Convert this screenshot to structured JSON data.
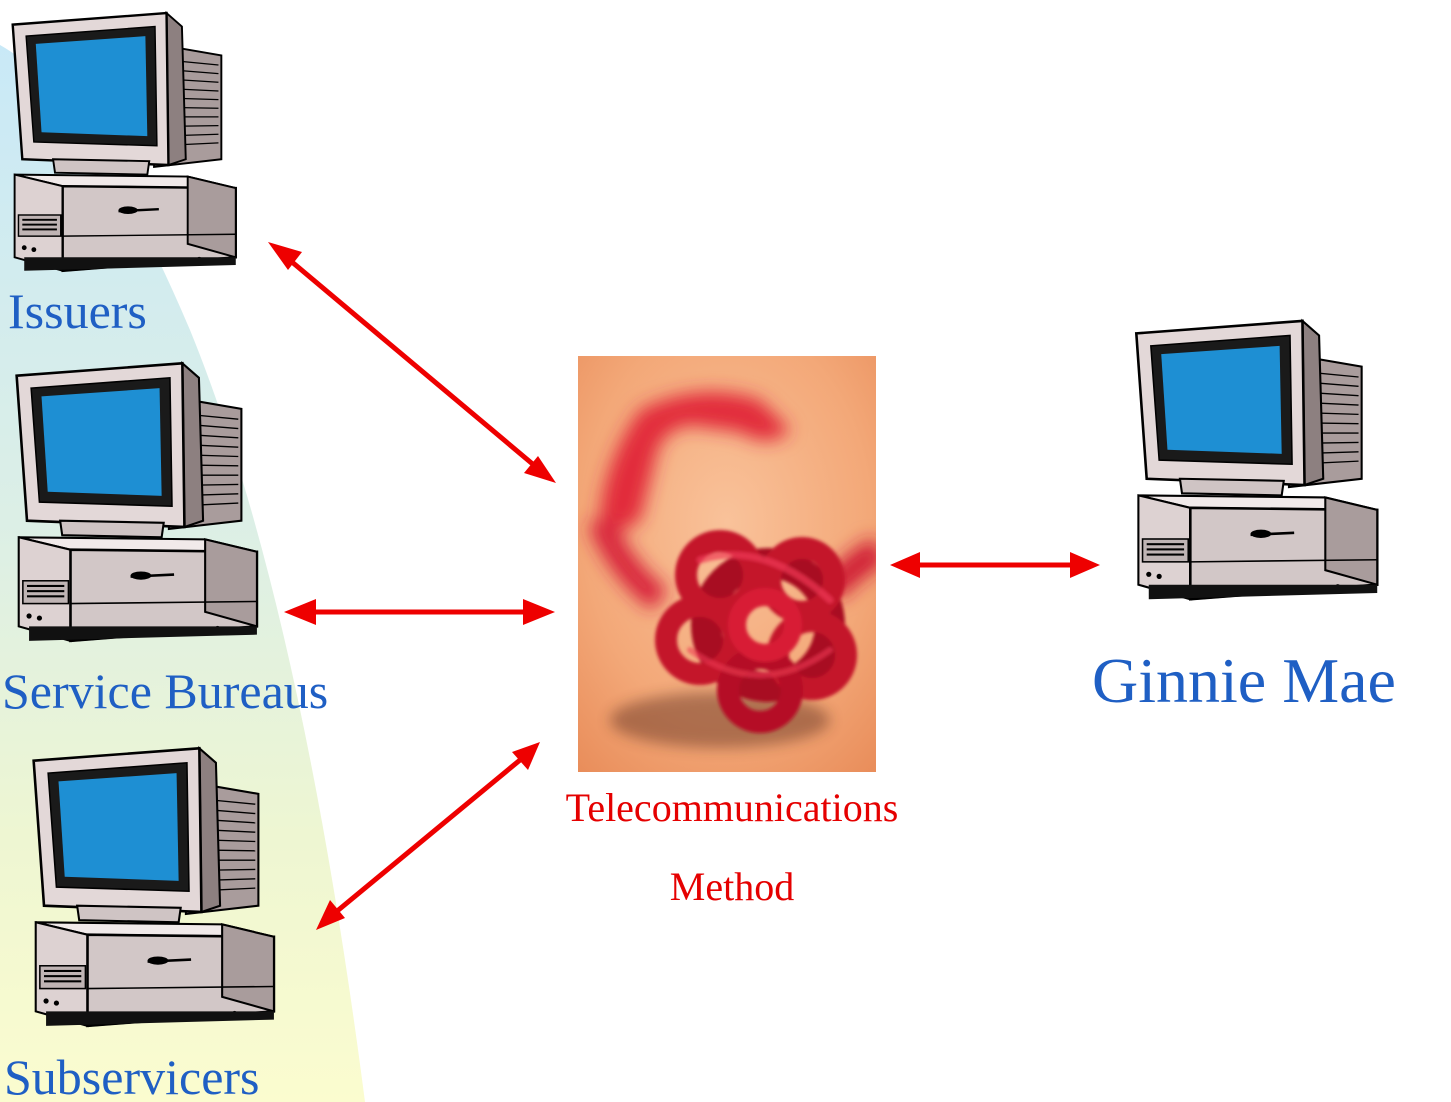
{
  "nodes": {
    "issuers": {
      "label": "Issuers",
      "icon": "computer-icon"
    },
    "service_bureaus": {
      "label": "Service Bureaus",
      "icon": "computer-icon"
    },
    "subservicers": {
      "label": "Subservicers",
      "icon": "computer-icon"
    },
    "ginnie_mae": {
      "label": "Ginnie Mae",
      "icon": "computer-icon"
    }
  },
  "hub": {
    "label_line1": "Telecommunications",
    "label_line2": "Method",
    "image": "knotted-phone-cord-photo"
  },
  "connections": [
    {
      "from": "issuers",
      "to": "hub",
      "type": "bidirectional-arrow"
    },
    {
      "from": "service_bureaus",
      "to": "hub",
      "type": "bidirectional-arrow"
    },
    {
      "from": "subservicers",
      "to": "hub",
      "type": "bidirectional-arrow"
    },
    {
      "from": "hub",
      "to": "ginnie_mae",
      "type": "bidirectional-arrow"
    }
  ],
  "colors": {
    "label_blue": "#1f5fc4",
    "label_red": "#e50000",
    "arrow_red": "#ee0000",
    "screen_blue": "#1e8fd3",
    "case_beige": "#e3d8d8"
  }
}
